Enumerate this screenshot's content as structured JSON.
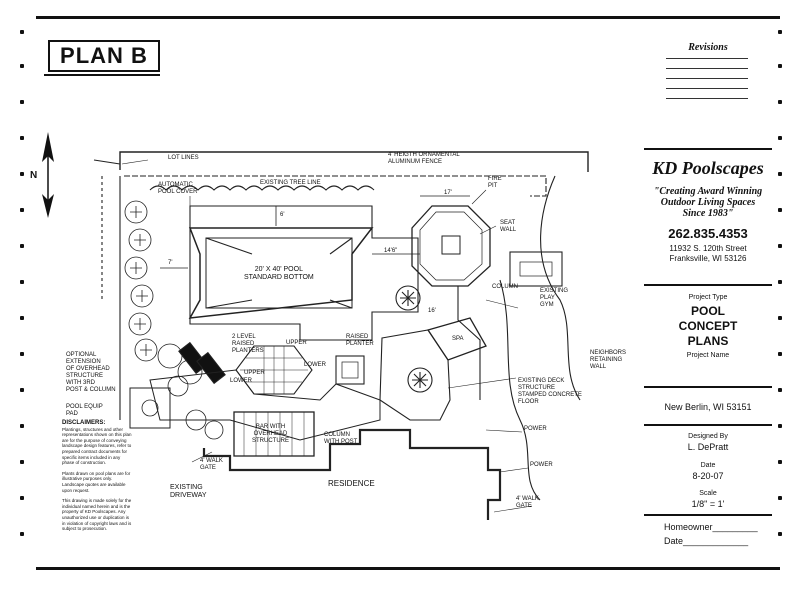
{
  "sheet": {
    "title": "PLAN B",
    "north_label": "N"
  },
  "title_block": {
    "revisions_title": "Revisions",
    "company_name": "KD Poolscapes",
    "tagline": [
      "\"Creating Award Winning",
      "Outdoor Living Spaces",
      "Since 1983\""
    ],
    "phone": "262.835.4353",
    "address": [
      "11932 S. 120th Street",
      "Franksville, WI 53126"
    ],
    "project_type_label": "Project Type",
    "project_type": [
      "POOL",
      "CONCEPT",
      "PLANS"
    ],
    "project_name_label": "Project Name",
    "location": "New Berlin, WI 53151",
    "designed_by_label": "Designed By",
    "designer": "L. DePratt",
    "date_label": "Date",
    "date": "8-20-07",
    "scale_label": "Scale",
    "scale": "1/8\" = 1'",
    "homeowner_label": "Homeowner_________",
    "date_sign_label": "Date_____________"
  },
  "disclaimer": {
    "title": "DISCLAIMERS:",
    "paragraphs": [
      "Plantings, structures and other representations shown on this plan are for the purpose of conveying landscape design features, refer to prepared contract documents for specific items included in any phase of construction.",
      "Plants drawn on pool plans are for illustrative purposes only. Landscape quotes are available upon request.",
      "This drawing is made solely for the individual named herein and is the property of KD Poolscapes. Any unauthorized use or duplication is in violation of copyright laws and is subject to prosecution."
    ]
  },
  "plan_labels": {
    "lot_lines": "LOT LINES",
    "fence": [
      "4' HEIGTH ORNAMENTAL",
      "ALUMINUM FENCE"
    ],
    "tree_line": "EXISTING TREE LINE",
    "auto_cover": [
      "AUTOMATIC",
      "POOL COVER"
    ],
    "fire_pit": [
      "FIRE",
      "PIT"
    ],
    "seat_wall": [
      "SEAT",
      "WALL"
    ],
    "pool": [
      "20' x 40' POOL",
      "STANDARD BOTTOM"
    ],
    "dim_6": "6'",
    "dim_7": "7'",
    "dim_17": "17'",
    "dim_14_6": "14'6\"",
    "dim_16": "16'",
    "column": "COLUMN",
    "play_gym": [
      "EXISTING",
      "PLAY",
      "GYM"
    ],
    "planters": [
      "2 LEVEL",
      "RAISED",
      "PLANTERS"
    ],
    "upper_1": "UPPER",
    "lower_1": "LOWER",
    "upper_2": "UPPER",
    "lower_2": "LOWER",
    "raised_planter": [
      "RAISED",
      "PLANTER"
    ],
    "spa": "SPA",
    "retaining_wall": [
      "NEIGHBORS",
      "RETAINING",
      "WALL"
    ],
    "overhead_ext": [
      "OPTIONAL",
      "EXTENSION",
      "OF OVERHEAD",
      "STRUCTURE",
      "WITH 3RD",
      "POST & COLUMN"
    ],
    "equip_pad": [
      "POOL EQUIP",
      "PAD"
    ],
    "bar": [
      "BAR WITH",
      "OVERHEAD",
      "STRUCTURE"
    ],
    "column_post": [
      "COLUMN",
      "WITH POST"
    ],
    "existing_deck": [
      "EXISTING DECK",
      "STRUCTURE",
      "STAMPED CONCRETE",
      "FLOOR"
    ],
    "power_1": "POWER",
    "power_2": "POWER",
    "walk_gate_1": [
      "4' WALK",
      "GATE"
    ],
    "walk_gate_2": [
      "4' WALK",
      "GATE"
    ],
    "driveway": [
      "EXISTING",
      "DRIVEWAY"
    ],
    "residence": "RESIDENCE"
  }
}
